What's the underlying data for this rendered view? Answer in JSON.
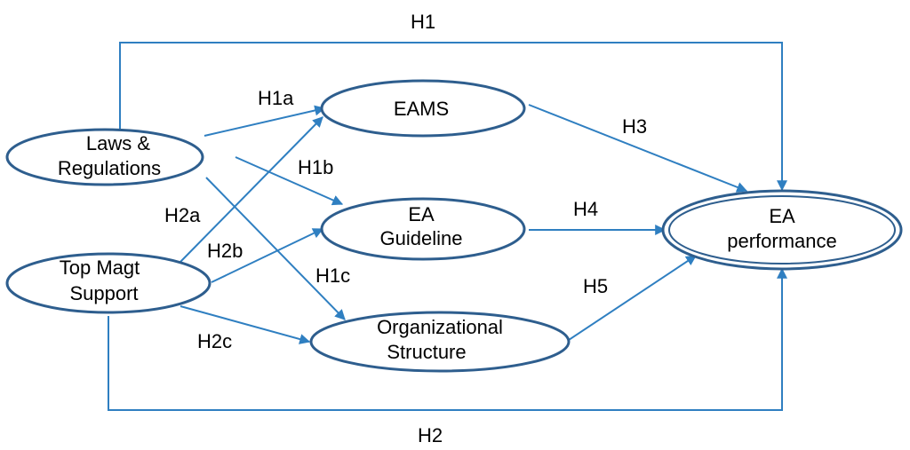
{
  "colors": {
    "edge": "#2F7FC1",
    "node_border": "#2E5E8E",
    "text": "#000000"
  },
  "nodes": {
    "laws": {
      "line1": "Laws &",
      "line2": "Regulations"
    },
    "top": {
      "line1": "Top Magt",
      "line2": "Support"
    },
    "eams": {
      "line1": "EAMS"
    },
    "guideline": {
      "line1": "EA",
      "line2": "Guideline"
    },
    "org": {
      "line1": "Organizational",
      "line2": "Structure"
    },
    "perf": {
      "line1": "EA",
      "line2": "performance"
    }
  },
  "edges": {
    "h1": "H1",
    "h2": "H2",
    "h1a": "H1a",
    "h1b": "H1b",
    "h1c": "H1c",
    "h2a": "H2a",
    "h2b": "H2b",
    "h2c": "H2c",
    "h3": "H3",
    "h4": "H4",
    "h5": "H5"
  }
}
